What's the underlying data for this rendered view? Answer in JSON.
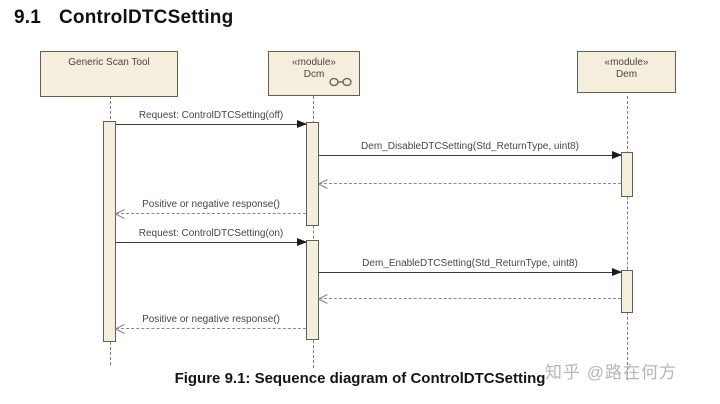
{
  "page": {
    "section_number": "9.1",
    "section_title": "ControlDTCSetting",
    "caption": "Figure 9.1: Sequence diagram of ControlDTCSetting",
    "watermark": "知乎 @路在何方"
  },
  "diagram": {
    "type": "uml-sequence",
    "lifelines": [
      {
        "stereotype": "",
        "name": "Generic Scan Tool"
      },
      {
        "stereotype": "«module»",
        "name": "Dcm",
        "icon": "assembly-connector-icon"
      },
      {
        "stereotype": "«module»",
        "name": "Dem"
      }
    ],
    "messages": [
      {
        "label": "Request: ControlDTCSetting(off)",
        "from": "Generic Scan Tool",
        "to": "Dcm",
        "kind": "sync"
      },
      {
        "label": "Dem_DisableDTCSetting(Std_ReturnType, uint8)",
        "from": "Dcm",
        "to": "Dem",
        "kind": "sync"
      },
      {
        "label": "",
        "from": "Dem",
        "to": "Dcm",
        "kind": "return"
      },
      {
        "label": "Positive or negative response()",
        "from": "Dcm",
        "to": "Generic Scan Tool",
        "kind": "return"
      },
      {
        "label": "Request: ControlDTCSetting(on)",
        "from": "Generic Scan Tool",
        "to": "Dcm",
        "kind": "sync"
      },
      {
        "label": "Dem_EnableDTCSetting(Std_ReturnType, uint8)",
        "from": "Dcm",
        "to": "Dem",
        "kind": "sync"
      },
      {
        "label": "",
        "from": "Dem",
        "to": "Dcm",
        "kind": "return"
      },
      {
        "label": "Positive or negative response()",
        "from": "Dcm",
        "to": "Generic Scan Tool",
        "kind": "return"
      }
    ]
  },
  "colors": {
    "box_fill": "#f6eedd",
    "box_border": "#635f55",
    "message_text": "#4c463b",
    "solid_arrow": "#1c1c1c",
    "dashed_arrow": "#8a8a8a",
    "lifeline": "#7d7d7d",
    "watermark": "#b6b6b6"
  }
}
